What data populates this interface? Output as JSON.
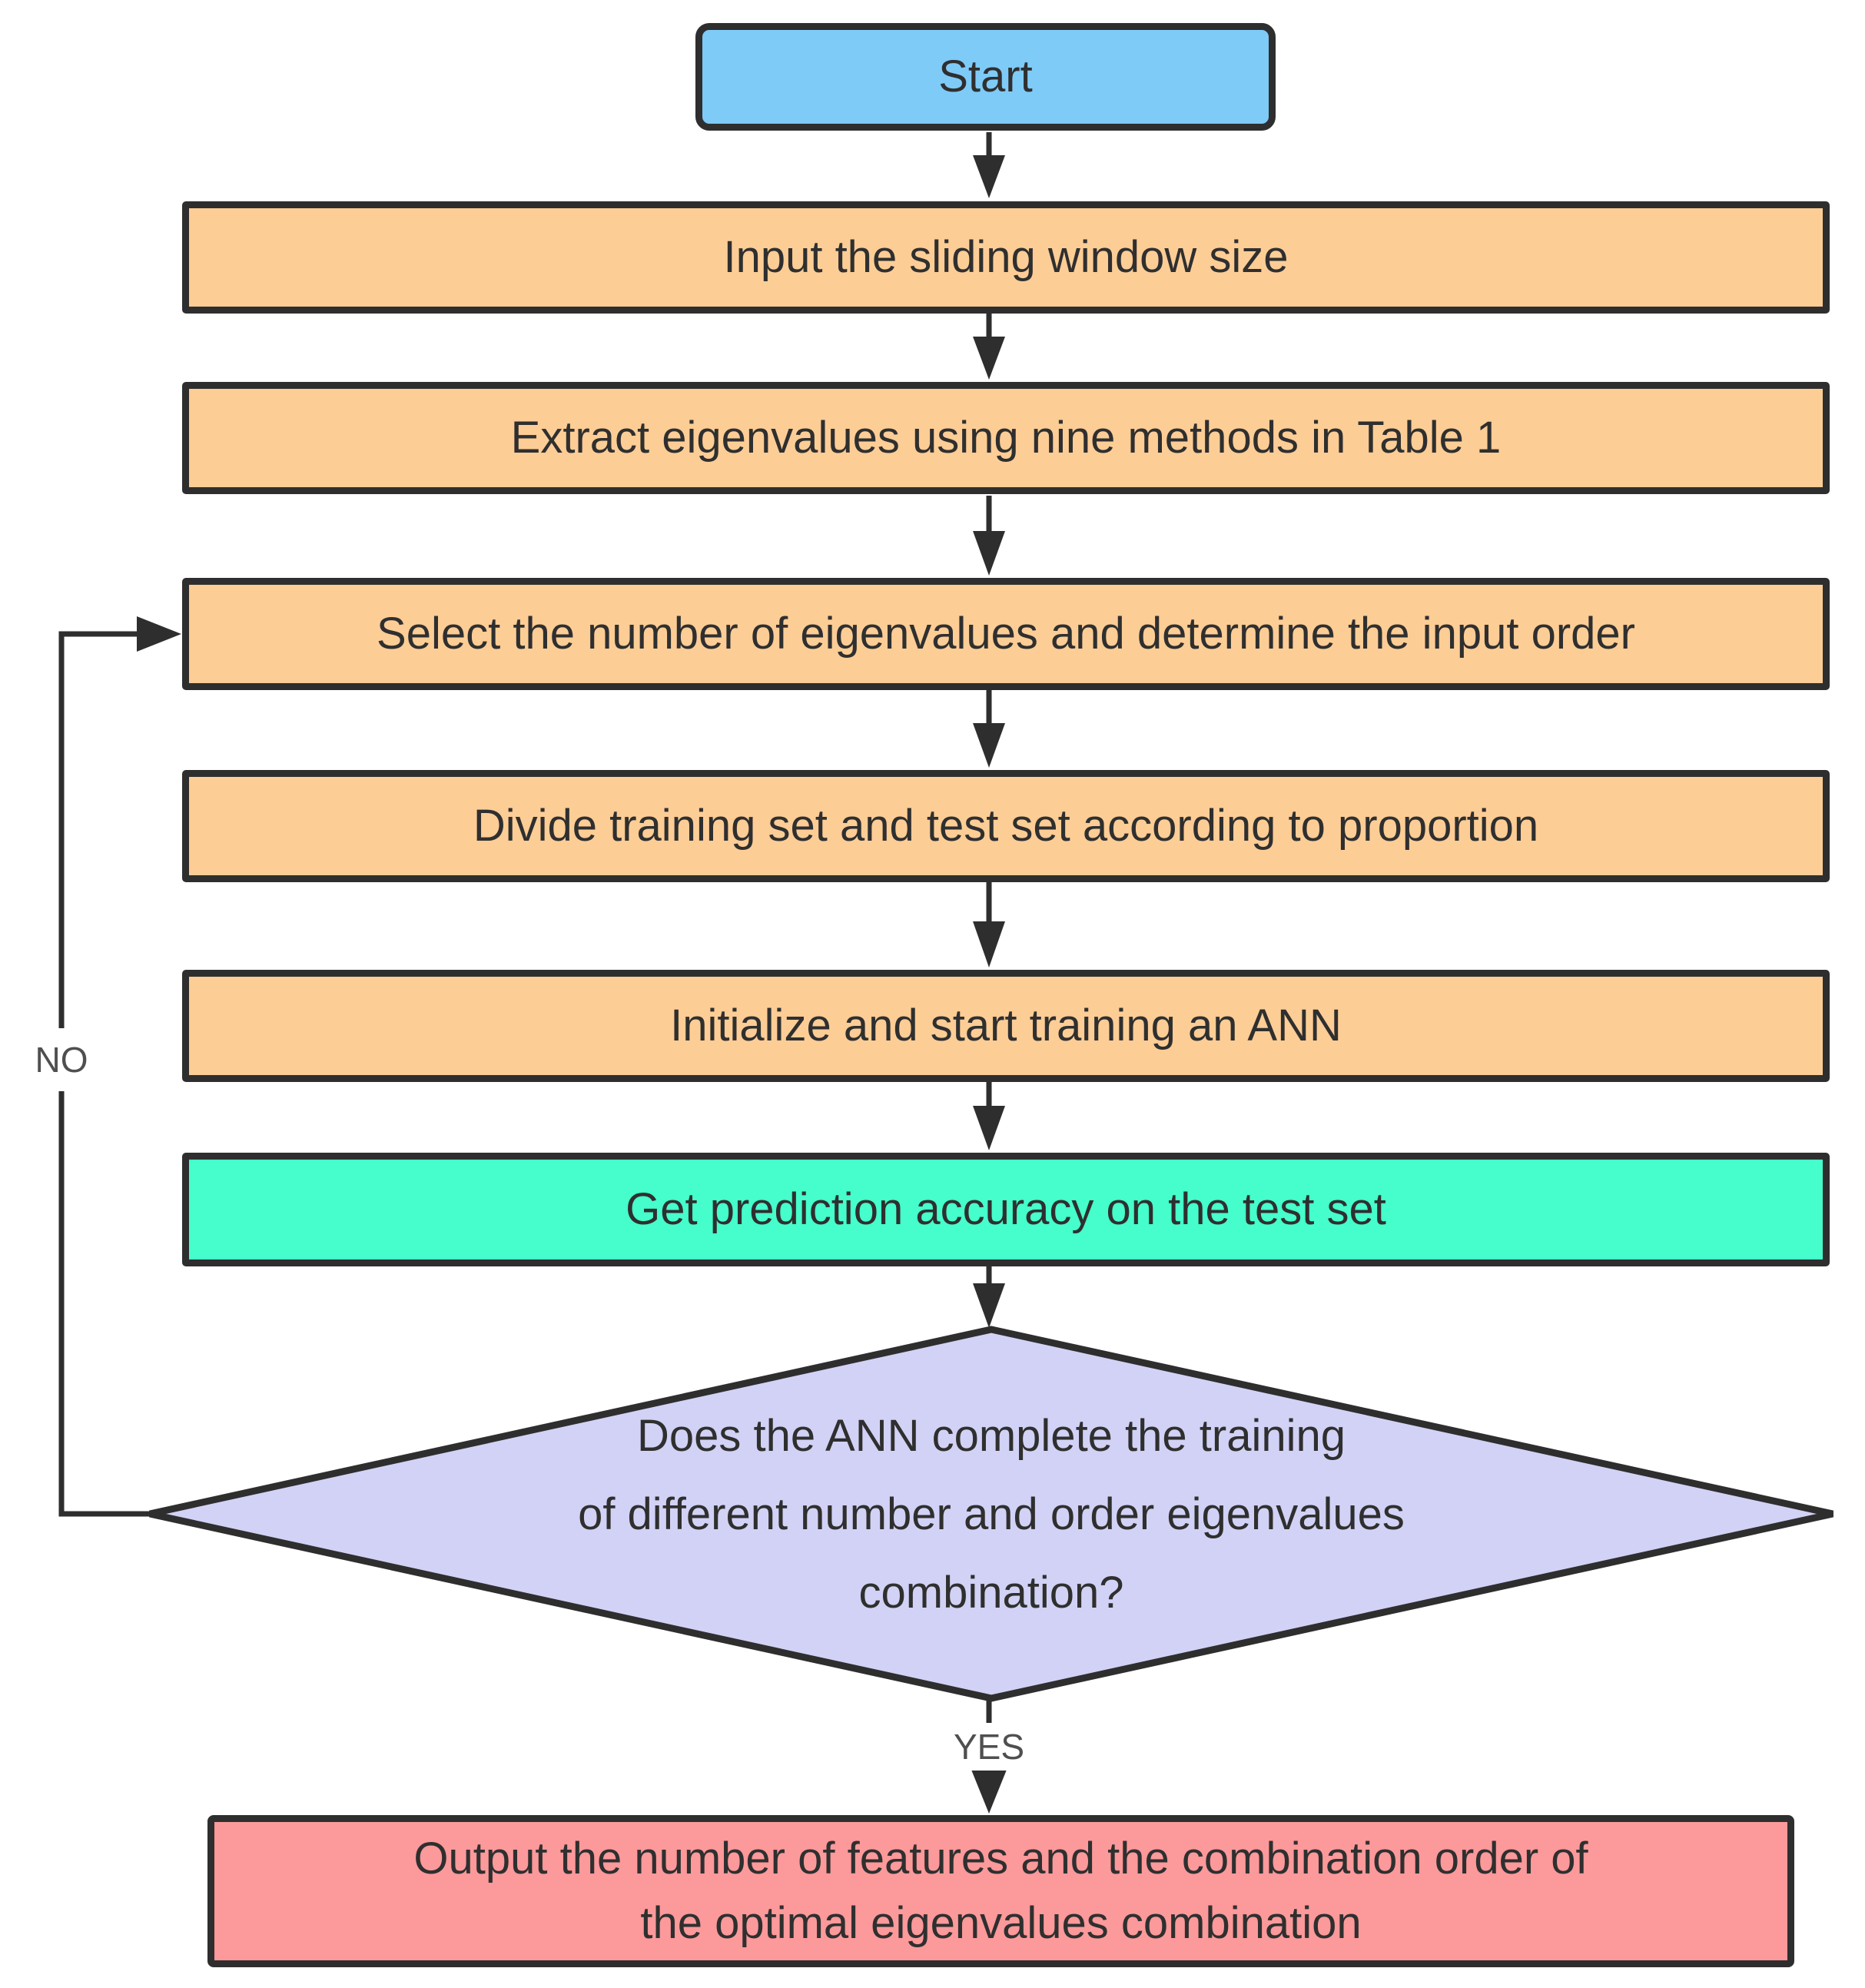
{
  "colors": {
    "start_fill": "#7ECBF8",
    "process_fill": "#FDCD96",
    "result_fill": "#45FECB",
    "decision_fill": "#D2D2F6",
    "output_fill": "#FC999A",
    "stroke": "#2E2E2E",
    "text": "#2F2F2F",
    "edge_label": "#4F4F4F"
  },
  "nodes": {
    "start": {
      "label": "Start"
    },
    "input_window": {
      "label": "Input the sliding window size"
    },
    "extract": {
      "label": "Extract eigenvalues using nine methods in Table 1"
    },
    "select": {
      "label": "Select the number of eigenvalues and determine the input order"
    },
    "divide": {
      "label": "Divide training set and test set according to proportion"
    },
    "initialize": {
      "label": "Initialize and start training an ANN"
    },
    "accuracy": {
      "label": "Get prediction accuracy on the test set"
    },
    "decision": {
      "lines": [
        "Does the ANN complete the training",
        "of different number and order eigenvalues",
        "combination?"
      ]
    },
    "output": {
      "lines": [
        "Output the number of features and the combination order of",
        "the optimal eigenvalues combination"
      ]
    }
  },
  "edges": {
    "yes_label": "YES",
    "no_label": "NO"
  }
}
